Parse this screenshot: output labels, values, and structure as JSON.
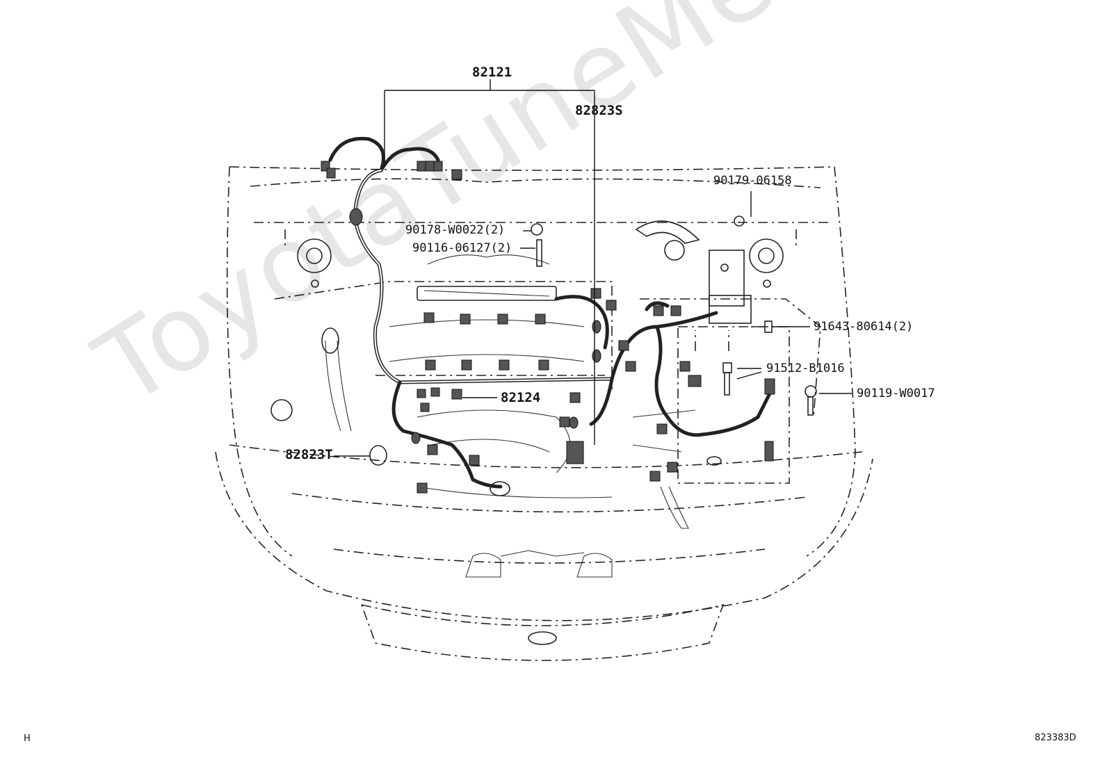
{
  "watermark": "ToyotaTuneMe.ru",
  "labels": {
    "p82121": "82121",
    "p82823S": "82823S",
    "p90179": "90179-06158",
    "p90178": "90178-W0022(2)",
    "p90116": "90116-06127(2)",
    "p91643": "91643-80614(2)",
    "p91512": "91512-B1016",
    "p90119": "90119-W0017",
    "p82124": "82124",
    "p82823T": "82823T"
  },
  "footer": {
    "left_mark": "H",
    "diagram_code": "823383D"
  }
}
